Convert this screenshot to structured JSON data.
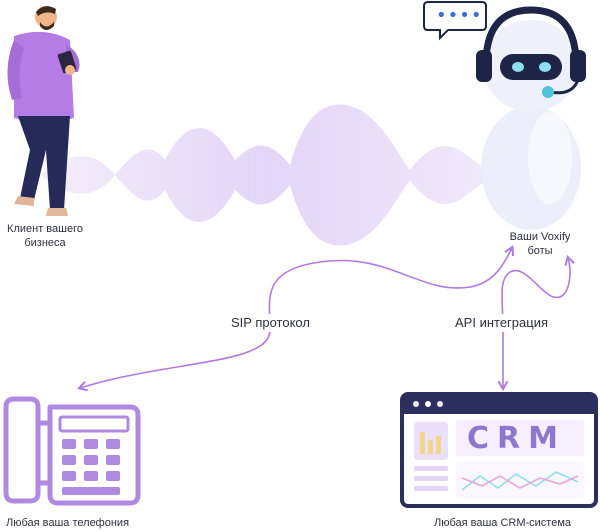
{
  "client": {
    "label_line1": "Клиент вашего",
    "label_line2": "бизнеса"
  },
  "bot": {
    "label_line1": "Ваши Voxify",
    "label_line2": "боты",
    "bubble_text": "••••"
  },
  "connections": {
    "sip": "SIP протокол",
    "api": "API интеграция"
  },
  "telephony": {
    "label": "Любая ваша телефония"
  },
  "crm": {
    "logo": "CRM",
    "label": "Любая ваша CRM-система"
  },
  "colors": {
    "accent": "#b07be0",
    "wave": "#e3d6f7",
    "robot_body": "#edeef8",
    "robot_dark": "#1d2445",
    "crm_frame": "#2b2f5e",
    "phone": "#b08ae0"
  }
}
